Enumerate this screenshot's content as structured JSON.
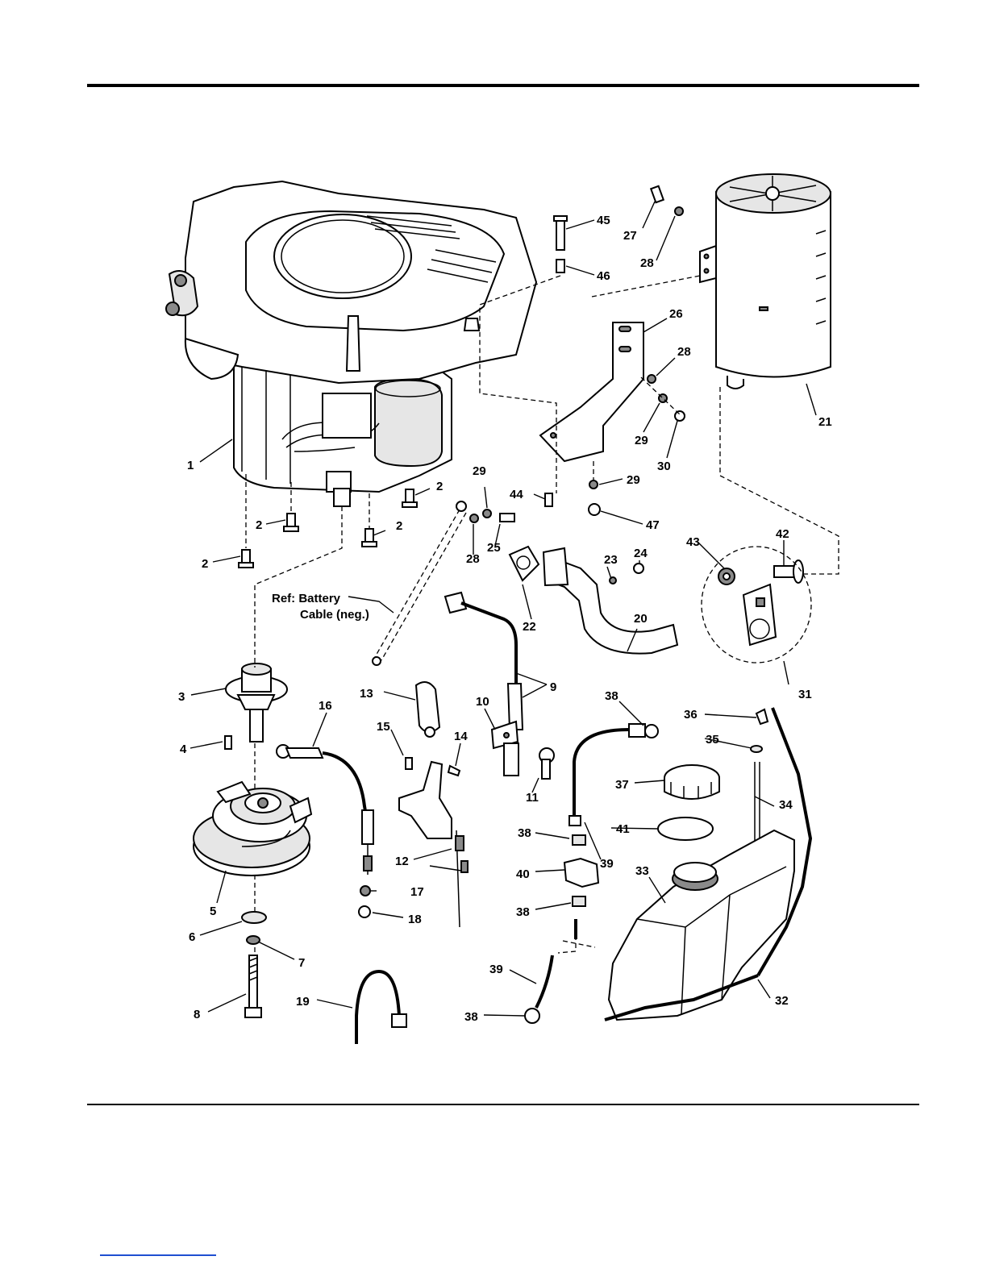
{
  "reference_note": {
    "line1": "Ref: Battery",
    "line2": "Cable (neg.)"
  },
  "callouts": [
    {
      "id": "c1",
      "text": "1"
    },
    {
      "id": "c2a",
      "text": "2"
    },
    {
      "id": "c2b",
      "text": "2"
    },
    {
      "id": "c2c",
      "text": "2"
    },
    {
      "id": "c2d",
      "text": "2"
    },
    {
      "id": "c3",
      "text": "3"
    },
    {
      "id": "c4",
      "text": "4"
    },
    {
      "id": "c5",
      "text": "5"
    },
    {
      "id": "c6",
      "text": "6"
    },
    {
      "id": "c7",
      "text": "7"
    },
    {
      "id": "c8",
      "text": "8"
    },
    {
      "id": "c9",
      "text": "9"
    },
    {
      "id": "c10",
      "text": "10"
    },
    {
      "id": "c11",
      "text": "11"
    },
    {
      "id": "c12",
      "text": "12"
    },
    {
      "id": "c13",
      "text": "13"
    },
    {
      "id": "c14",
      "text": "14"
    },
    {
      "id": "c15",
      "text": "15"
    },
    {
      "id": "c16",
      "text": "16"
    },
    {
      "id": "c17",
      "text": "17"
    },
    {
      "id": "c18",
      "text": "18"
    },
    {
      "id": "c19",
      "text": "19"
    },
    {
      "id": "c20",
      "text": "20"
    },
    {
      "id": "c21",
      "text": "21"
    },
    {
      "id": "c22",
      "text": "22"
    },
    {
      "id": "c23",
      "text": "23"
    },
    {
      "id": "c24",
      "text": "24"
    },
    {
      "id": "c25",
      "text": "25"
    },
    {
      "id": "c26",
      "text": "26"
    },
    {
      "id": "c27",
      "text": "27"
    },
    {
      "id": "c28a",
      "text": "28"
    },
    {
      "id": "c28b",
      "text": "28"
    },
    {
      "id": "c28c",
      "text": "28"
    },
    {
      "id": "c29a",
      "text": "29"
    },
    {
      "id": "c29b",
      "text": "29"
    },
    {
      "id": "c29c",
      "text": "29"
    },
    {
      "id": "c30",
      "text": "30"
    },
    {
      "id": "c31",
      "text": "31"
    },
    {
      "id": "c32",
      "text": "32"
    },
    {
      "id": "c33",
      "text": "33"
    },
    {
      "id": "c34",
      "text": "34"
    },
    {
      "id": "c35",
      "text": "35"
    },
    {
      "id": "c36",
      "text": "36"
    },
    {
      "id": "c37",
      "text": "37"
    },
    {
      "id": "c38a",
      "text": "38"
    },
    {
      "id": "c38b",
      "text": "38"
    },
    {
      "id": "c38c",
      "text": "38"
    },
    {
      "id": "c38d",
      "text": "38"
    },
    {
      "id": "c39a",
      "text": "39"
    },
    {
      "id": "c39b",
      "text": "39"
    },
    {
      "id": "c40",
      "text": "40"
    },
    {
      "id": "c41",
      "text": "41"
    },
    {
      "id": "c42",
      "text": "42"
    },
    {
      "id": "c43",
      "text": "43"
    },
    {
      "id": "c44",
      "text": "44"
    },
    {
      "id": "c45",
      "text": "45"
    },
    {
      "id": "c46",
      "text": "46"
    },
    {
      "id": "c47",
      "text": "47"
    }
  ]
}
